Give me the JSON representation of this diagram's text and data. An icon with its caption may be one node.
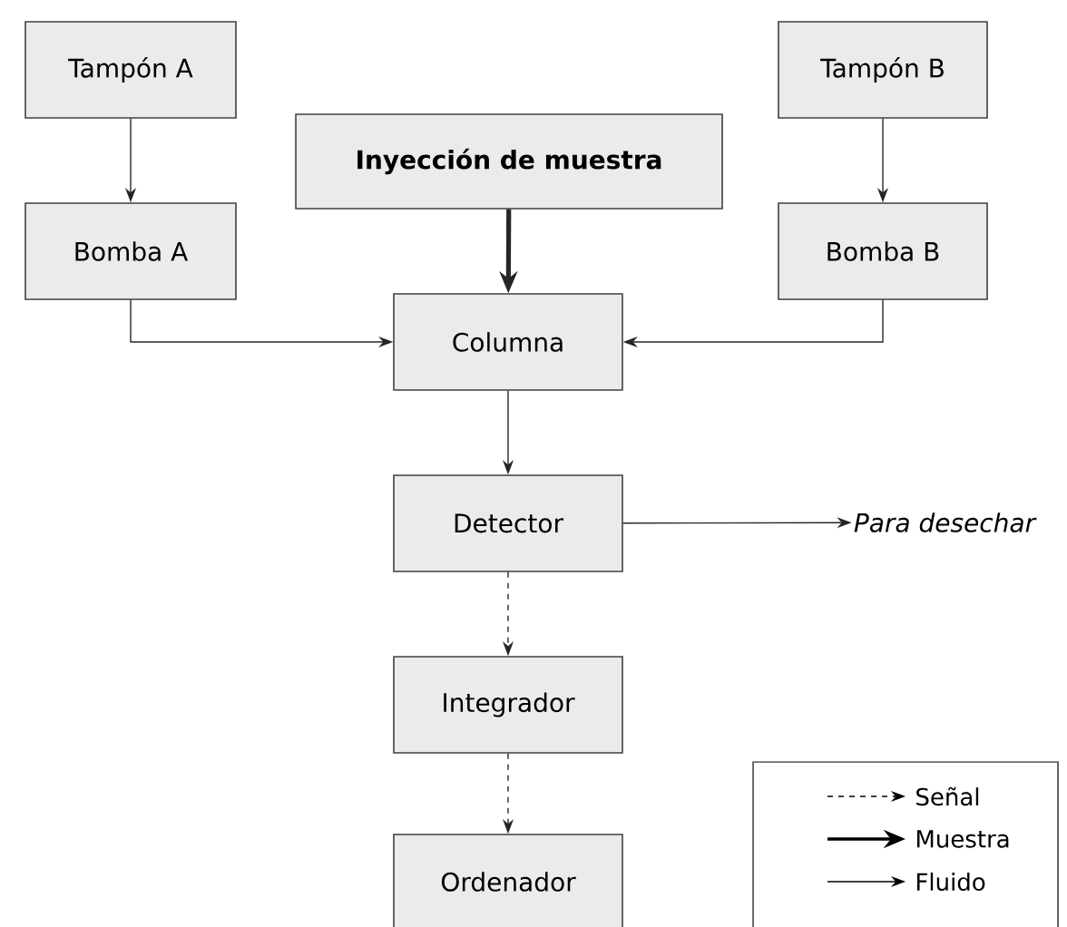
{
  "diagram": {
    "nodes": [
      {
        "text": [
          "Tampón A"
        ]
      },
      {
        "text": [
          "Bomba A"
        ]
      },
      {
        "text": [
          "Inyección de muestra"
        ]
      },
      {
        "text": [
          "Tampón B"
        ]
      },
      {
        "text": [
          "Bomba B"
        ]
      },
      {
        "text": [
          "Columna"
        ]
      },
      {
        "text": [
          "Detector"
        ]
      },
      {
        "text": [
          "Para desechar"
        ]
      },
      {
        "text": [
          "Integrador"
        ]
      },
      {
        "text": [
          "Ordenador"
        ]
      }
    ],
    "edges": [
      {
        "from": 0,
        "to": 1,
        "arrow": "to"
      },
      {
        "from": 3,
        "to": 4,
        "arrow": "to"
      },
      {
        "from": 2,
        "to": 5,
        "arrow": "to",
        "style": "thick"
      },
      {
        "from": 1,
        "to": 5,
        "arrow": "to"
      },
      {
        "from": 4,
        "to": 5,
        "arrow": "to"
      },
      {
        "from": 5,
        "to": 6,
        "arrow": "to"
      },
      {
        "from": 6,
        "to": 7,
        "arrow": "to"
      },
      {
        "from": 6,
        "to": 8,
        "arrow": "to",
        "style": "dashed"
      },
      {
        "from": 8,
        "to": 9,
        "arrow": "to",
        "style": "dashed"
      }
    ],
    "legend": [
      {
        "text": "Señal"
      },
      {
        "text": "Muestra"
      },
      {
        "text": "Fluido"
      }
    ]
  }
}
